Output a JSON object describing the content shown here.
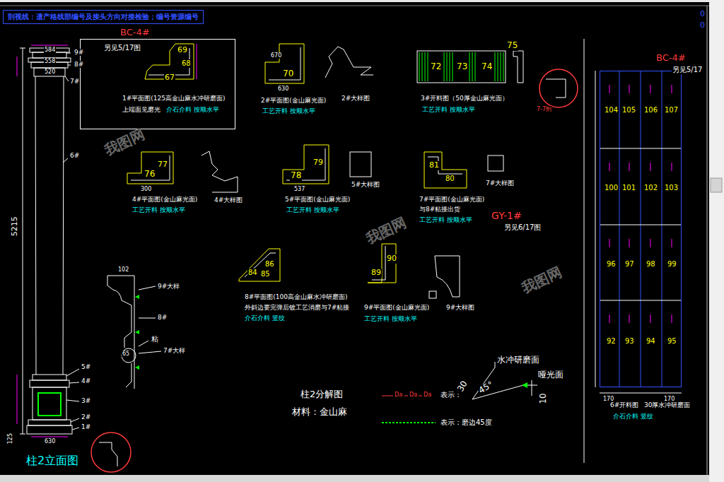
{
  "diagram": {
    "title": "柱2分解图",
    "nodes": [
      {
        "text": [
          "剖视线：遗产格线部编号及接头方向对接检验；编号资源编号"
        ]
      },
      {
        "text": [
          "BC-4#"
        ]
      },
      {
        "text": [
          "BC-4#"
        ]
      }
    ],
    "labels": [
      "584",
      "558",
      "520",
      "9#",
      "8#",
      "7#",
      "6#",
      "5215",
      "5#",
      "4#",
      "3#",
      "2#",
      "1#",
      "630",
      "125",
      "柱2立面图",
      "102",
      "9#大样",
      "8#",
      "粘",
      "7#大样",
      "65",
      "另见5/17图",
      "69",
      "68",
      "67",
      "1#平面图(125高金山麻水冲研磨面)",
      "上端面见磨光",
      "介石介料 按顺水平",
      "670",
      "70",
      "630",
      "2#平面图(金山麻光面)",
      "工艺开料 按顺水平",
      "2#大样图",
      "72",
      "73",
      "74",
      "75",
      "3#开料图（50厚金山麻光面）",
      "工艺开料 按顺水平",
      "7-7剖",
      "77",
      "76",
      "300",
      "4#平面图(金山麻光面)",
      "工艺开料 按顺水平",
      "4#大样图",
      "79",
      "78",
      "537",
      "5#平面图(金山麻光面)",
      "工艺开料 按顺水平",
      "5#大样图",
      "80",
      "81",
      "7#平面图(金山麻光面)",
      "与8#粘接出货",
      "工艺开料 按顺水平",
      "7#大样图",
      "GY-1#",
      "另见6/17图",
      "86",
      "84",
      "85",
      "8#平面图(100高金山麻水冲研磨面)",
      "外斜边要完弹后镀工艺消磨与7#粘接",
      "介石介料 竖纹",
      "90",
      "89",
      "9#平面图(金山麻光面)",
      "工艺开料 按顺水平",
      "9#大样图",
      "材料：金山麻",
      "Da",
      "Da",
      "Da",
      "表示：",
      "表示：磨边45度",
      "水冲研磨面",
      "哑光面",
      "30",
      "45°",
      "10",
      "104",
      "105",
      "106",
      "107",
      "100",
      "101",
      "102",
      "103",
      "96",
      "97",
      "98",
      "99",
      "92",
      "93",
      "94",
      "95",
      "另见5/17",
      "170",
      "170",
      "6#开料图",
      "30厚水冲研磨面",
      "介石介料 竖纹",
      "0",
      "0",
      "我图网",
      "我图网",
      "我图网"
    ]
  }
}
